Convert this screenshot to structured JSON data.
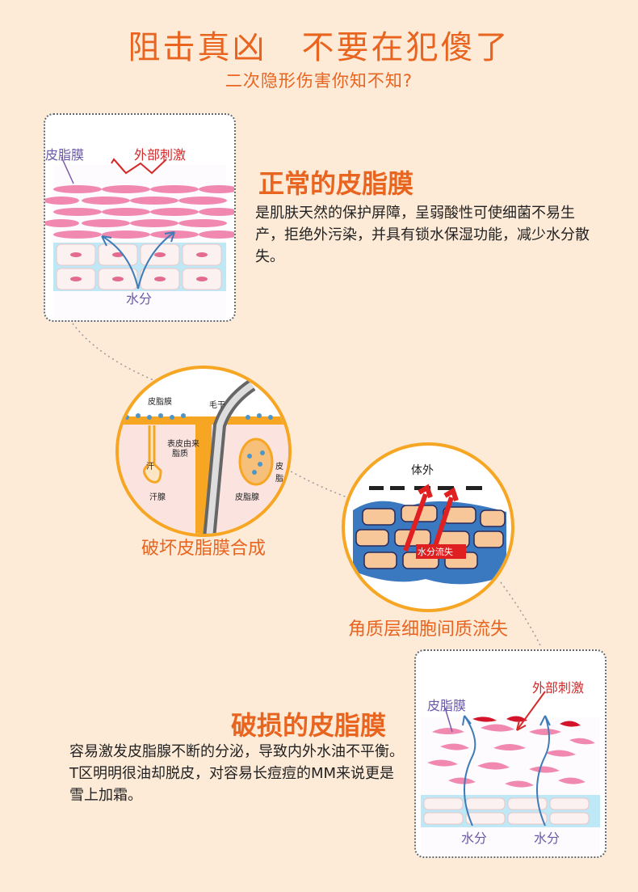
{
  "header": {
    "title": "阻击真凶　不要在犯傻了",
    "subtitle": "二次隐形伤害你知不知?"
  },
  "normal": {
    "title": "正常的皮脂膜",
    "body": "是肌肤天然的保护屏障，呈弱酸性可使细菌不易生产，拒绝外污染，并具有锁水保湿功能，减少水分散失。",
    "diagram": {
      "membrane": "皮脂膜",
      "stimulus": "外部刺激",
      "water": "水分"
    }
  },
  "synthesis": {
    "caption": "破坏皮脂膜合成",
    "labels": {
      "membrane": "皮脂膜",
      "hair": "毛干",
      "epidermal": "表皮由来",
      "lipid": "脂质",
      "sweat": "汗",
      "sweat_gland": "汗腺",
      "sebaceous": "皮脂",
      "sebaceous_gland": "皮脂腺"
    }
  },
  "stratum": {
    "caption": "角质层细胞间质流失",
    "labels": {
      "outside": "体外",
      "loss": "水分流失"
    }
  },
  "damaged": {
    "title": "破损的皮脂膜",
    "body": "容易激发皮脂腺不断的分泌，导致内外水油不平衡。T区明明很油却脱皮，对容易长痘痘的MM来说更是雪上加霜。",
    "diagram": {
      "membrane": "皮脂膜",
      "stimulus": "外部刺激",
      "water_left": "水分",
      "water_right": "水分"
    }
  },
  "colors": {
    "accent": "#e8641f",
    "ring": "#f6a623",
    "purple": "#6b5aa8",
    "red": "#d42a2a"
  }
}
